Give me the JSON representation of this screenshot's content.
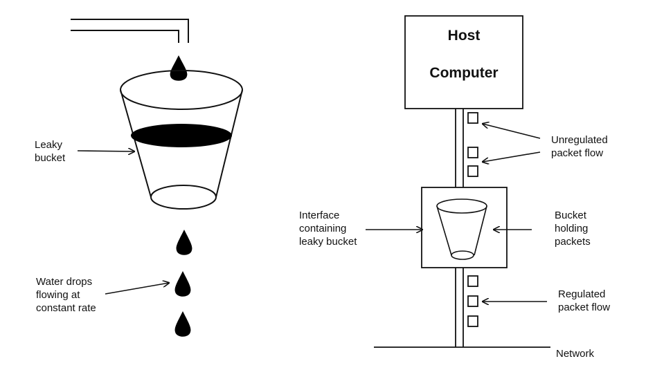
{
  "left_panel": {
    "leaky_bucket_label": "Leaky\nbucket",
    "water_drops_label": "Water drops\nflowing at\nconstant rate"
  },
  "right_panel": {
    "host_line1": "Host",
    "host_line2": "Computer",
    "unregulated_label": "Unregulated\npacket flow",
    "interface_label": "Interface\ncontaining\nleaky bucket",
    "bucket_holding_label": "Bucket\nholding\npackets",
    "regulated_label": "Regulated\npacket flow",
    "network_label": "Network"
  },
  "colors": {
    "stroke": "#111111",
    "fill": "#000000",
    "background": "#ffffff"
  }
}
